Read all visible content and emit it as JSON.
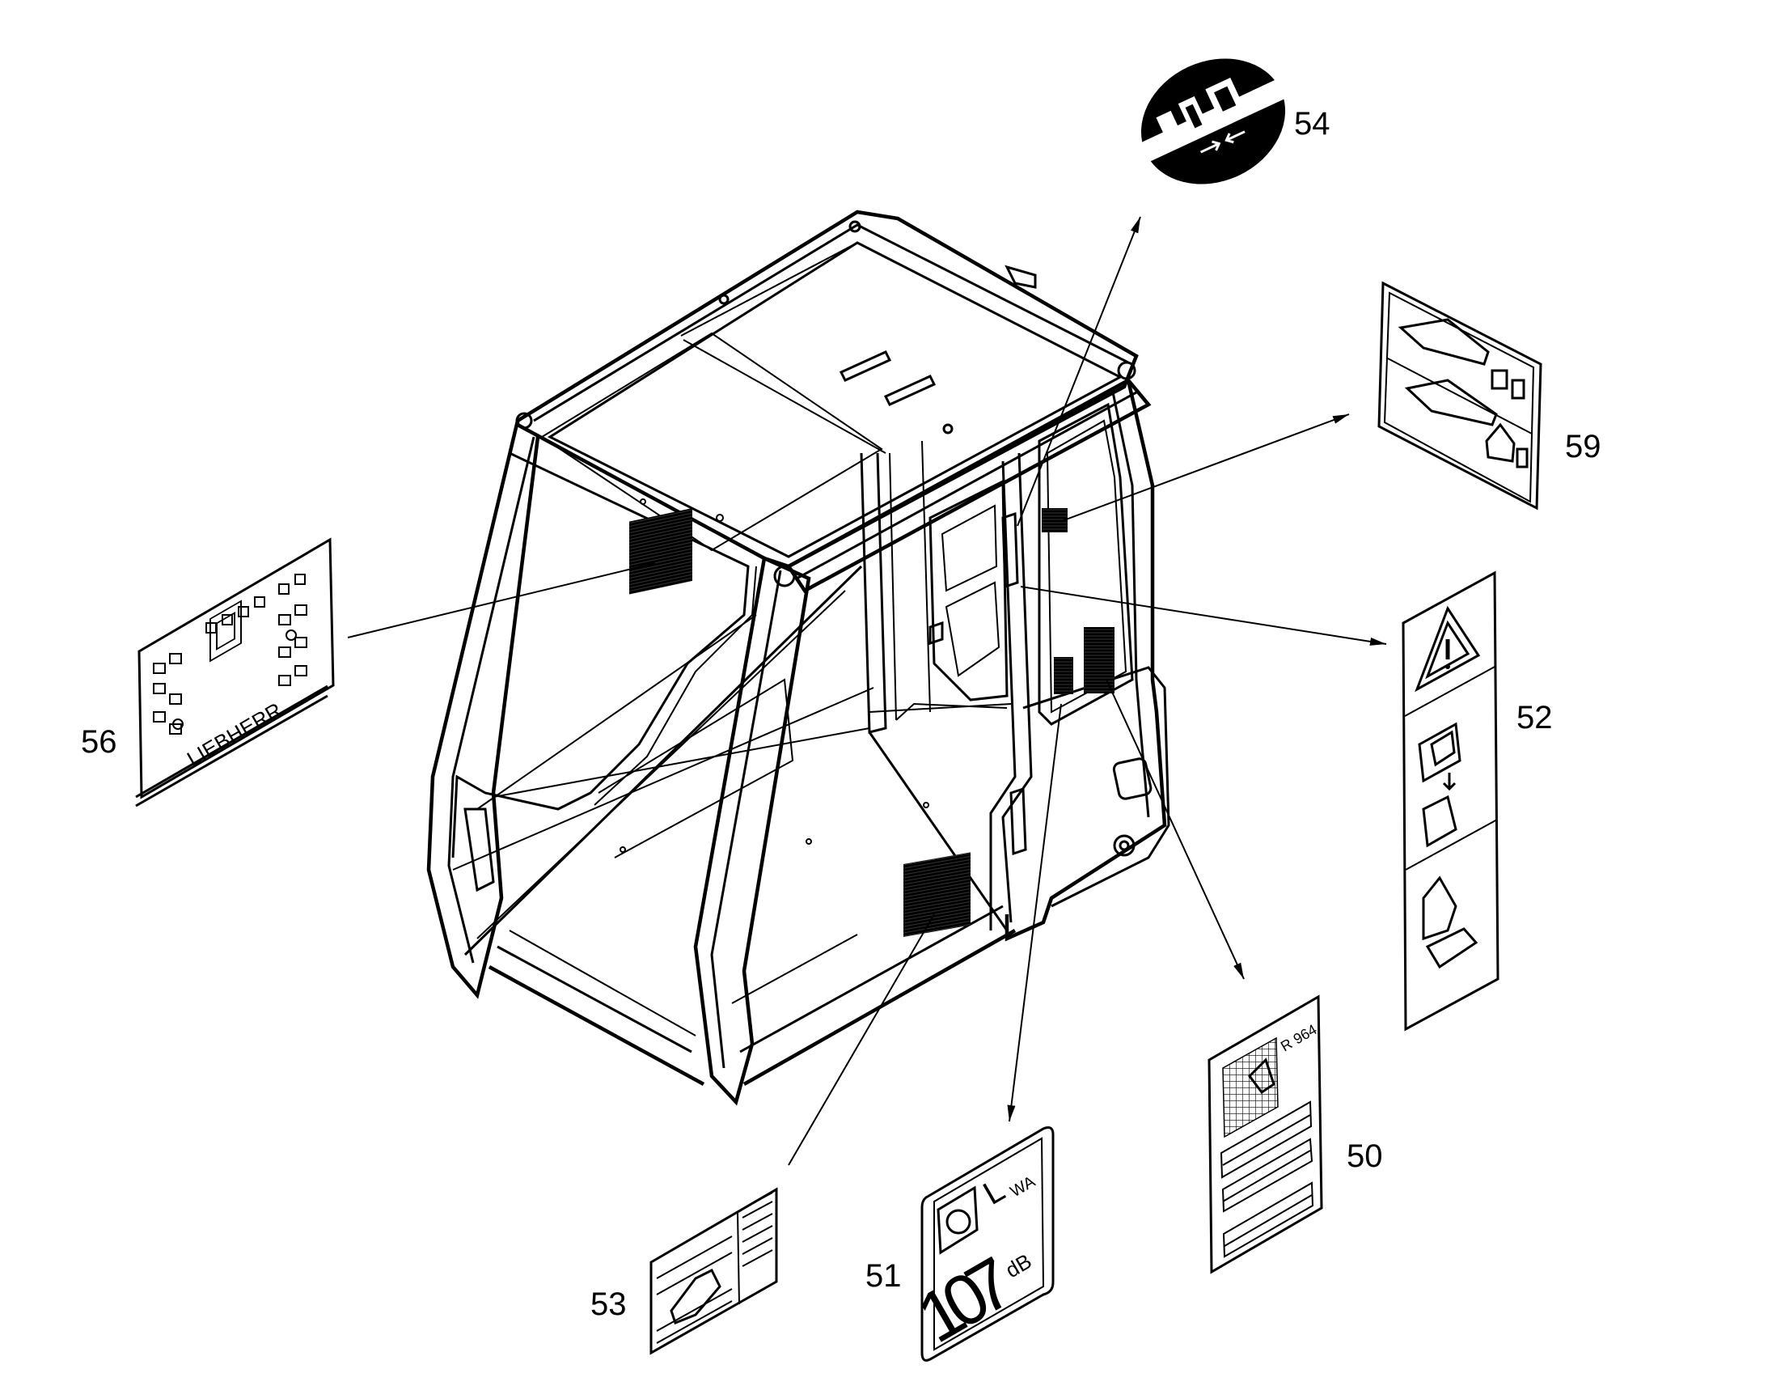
{
  "callouts": {
    "c50": "50",
    "c51": "51",
    "c52": "52",
    "c53": "53",
    "c54": "54",
    "c56": "56",
    "c59": "59"
  },
  "labels": {
    "noise_symbol": "L",
    "noise_subscript": "WA",
    "noise_value": "107",
    "noise_unit": "dB",
    "model": "R 964",
    "brand": "LIEBHERR"
  },
  "icons": {
    "warning": "warning-triangle-icon",
    "door_arrows": "door-lock-arrows-icon"
  },
  "colors": {
    "line": "#000000",
    "background": "#ffffff"
  }
}
